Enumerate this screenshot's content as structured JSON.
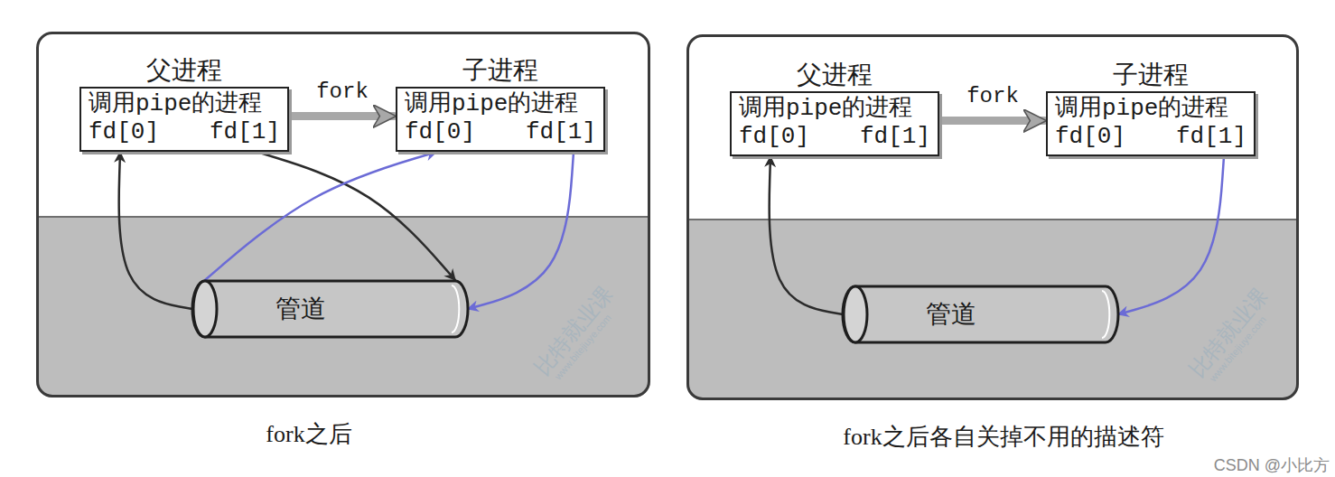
{
  "diagram": {
    "nodes": [
      {
        "text": [
          "fork之后"
        ]
      },
      {
        "text": [
          "父进程",
          "调用pipe的进程",
          "fd[0]",
          "fd[1]"
        ],
        "in": 0
      },
      {
        "text": [
          "子进程",
          "调用pipe的进程",
          "fd[0]",
          "fd[1]"
        ],
        "in": 0
      },
      {
        "text": [
          "管道"
        ],
        "in": 0
      },
      {
        "text": [
          "fork之后各自关掉不用的描述符"
        ]
      },
      {
        "text": [
          "父进程",
          "调用pipe的进程",
          "fd[0]",
          "fd[1]"
        ],
        "in": 4
      },
      {
        "text": [
          "子进程",
          "调用pipe的进程",
          "fd[0]",
          "fd[1]"
        ],
        "in": 4
      },
      {
        "text": [
          "管道"
        ],
        "in": 4
      }
    ],
    "edges": [
      {
        "from": 1,
        "to": 2,
        "label": "fork",
        "arrow": "to"
      },
      {
        "from": 3,
        "to": 1,
        "arrow": "to"
      },
      {
        "from": 1,
        "to": 3,
        "arrow": "to"
      },
      {
        "from": 3,
        "to": 2,
        "arrow": "to"
      },
      {
        "from": 2,
        "to": 3,
        "arrow": "to"
      },
      {
        "from": 5,
        "to": 6,
        "label": "fork",
        "arrow": "to"
      },
      {
        "from": 7,
        "to": 5,
        "arrow": "to"
      },
      {
        "from": 6,
        "to": 7,
        "arrow": "to"
      }
    ],
    "labels": [
      "比特就业课",
      "www.bitejiuye.com",
      "比特就业课",
      "www.bitejiuye.com",
      "CSDN @小比方"
    ]
  }
}
